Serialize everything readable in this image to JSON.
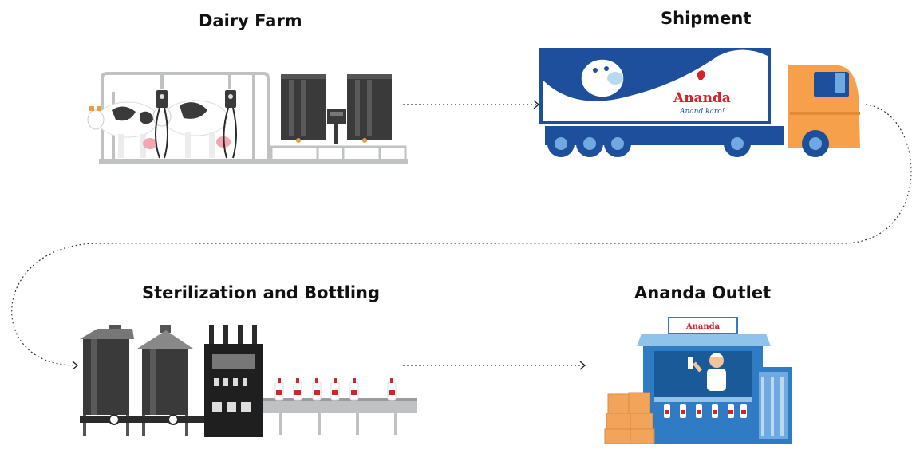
{
  "stages": {
    "dairy_farm": {
      "title": "Dairy Farm"
    },
    "shipment": {
      "title": "Shipment",
      "brand": "Ananda",
      "tagline": "Anand karo!"
    },
    "sterilization": {
      "title": "Sterilization and Bottling"
    },
    "outlet": {
      "title": "Ananda Outlet",
      "sign": "Ananda"
    }
  },
  "colors": {
    "truck_blue": "#1d4f9c",
    "truck_orange": "#f7a04b",
    "brand_red": "#d4232a",
    "machine_dark": "#2b2b2b",
    "outlet_blue": "#2f7cc4",
    "box_orange": "#f2a45a"
  }
}
